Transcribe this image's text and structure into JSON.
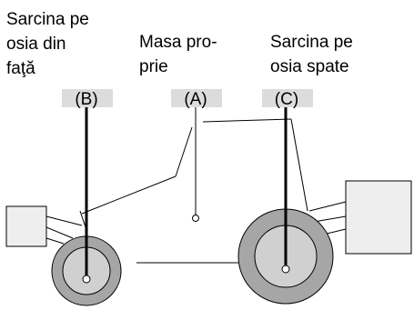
{
  "labels": {
    "front_axle_load": [
      "Sarcina pe",
      "osia din",
      "faţă"
    ],
    "own_weight": [
      "Masa pro-",
      "prie"
    ],
    "rear_axle_load": [
      "Sarcina pe",
      "osia spate"
    ]
  },
  "markers": {
    "front": "(B)",
    "center": "(A)",
    "rear": "(C)"
  },
  "colors": {
    "tire": "#a6a6a6",
    "hub": "#d0d0d0",
    "tag_background": "#dcdcdc",
    "block": "#eeeeee",
    "stroke": "#000000"
  }
}
